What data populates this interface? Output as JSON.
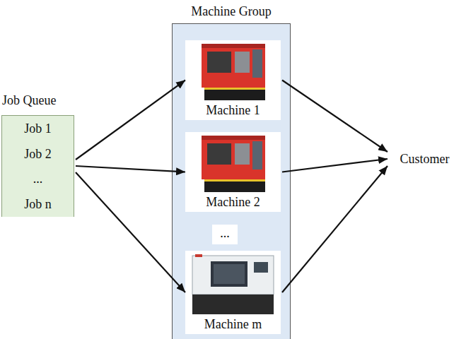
{
  "diagram": {
    "nodes": [
      {
        "text": [
          "Job Queue",
          "Job 1",
          "Job 2",
          "...",
          "Job n"
        ]
      },
      {
        "text": [
          "Machine Group"
        ]
      },
      {
        "text": [
          "Machine 1"
        ],
        "in": 1
      },
      {
        "text": [
          "Machine 2"
        ],
        "in": 1
      },
      {
        "text": [
          "Machine m"
        ],
        "in": 1
      },
      {
        "text": [
          "Customer"
        ]
      }
    ],
    "edges": [
      {
        "from": 0,
        "to": 2,
        "arrow": "to"
      },
      {
        "from": 0,
        "to": 3,
        "arrow": "to"
      },
      {
        "from": 0,
        "to": 4,
        "arrow": "to"
      },
      {
        "from": 2,
        "to": 5,
        "arrow": "to"
      },
      {
        "from": 3,
        "to": 5,
        "arrow": "to"
      },
      {
        "from": 4,
        "to": 5,
        "arrow": "to"
      }
    ],
    "labels": [
      "..."
    ]
  }
}
